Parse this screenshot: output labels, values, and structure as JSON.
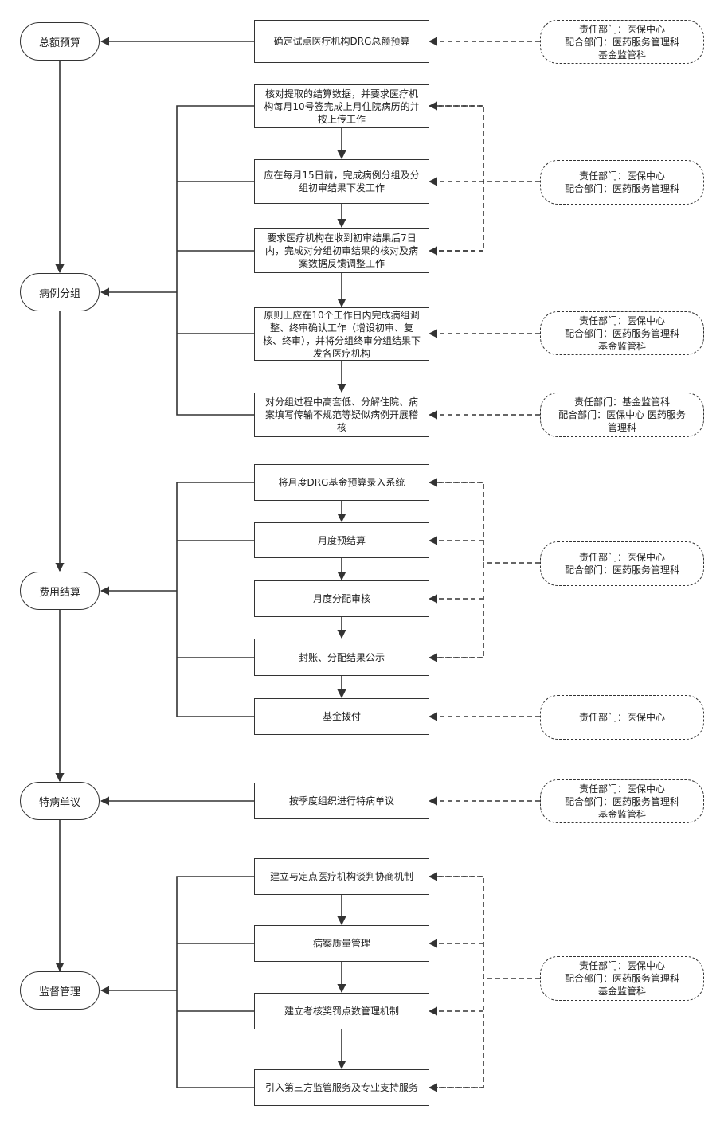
{
  "stages": [
    "总额预算",
    "病例分组",
    "费用结算",
    "特病单议",
    "监督管理"
  ],
  "tasks": [
    "确定试点医疗机构DRG总额预算",
    "核对提取的结算数据，并要求医疗机构每月10号签完成上月住院病历的并按上传工作",
    "应在每月15日前，完成病例分组及分组初审结果下发工作",
    "要求医疗机构在收到初审结果后7日内，完成对分组初审结果的核对及病案数据反馈调整工作",
    "原则上应在10个工作日内完成病组调整、终审确认工作（增设初审、复核、终审），并将分组终审分组结果下发各医疗机构",
    "对分组过程中高套低、分解住院、病案填写传输不规范等疑似病例开展稽核",
    "将月度DRG基金预算录入系统",
    "月度预结算",
    "月度分配审核",
    "封账、分配结果公示",
    "基金拨付",
    "按季度组织进行特病单议",
    "建立与定点医疗机构谈判协商机制",
    "病案质量管理",
    "建立考核奖罚点数管理机制",
    "引入第三方监管服务及专业支持服务"
  ],
  "departments": [
    [
      "责任部门：医保中心",
      "配合部门：医药服务管理科",
      "基金监管科"
    ],
    [
      "责任部门：医保中心",
      "配合部门：医药服务管理科"
    ],
    [
      "责任部门：医保中心",
      "配合部门：医药服务管理科",
      "基金监管科"
    ],
    [
      "责任部门：基金监管科",
      "配合部门：医保中心 医药服务",
      "管理科"
    ],
    [
      "责任部门：医保中心",
      "配合部门：医药服务管理科"
    ],
    [
      "责任部门：医保中心"
    ],
    [
      "责任部门：医保中心",
      "配合部门：医药服务管理科",
      "基金监管科"
    ],
    [
      "责任部门：医保中心",
      "配合部门：医药服务管理科",
      "基金监管科"
    ]
  ]
}
